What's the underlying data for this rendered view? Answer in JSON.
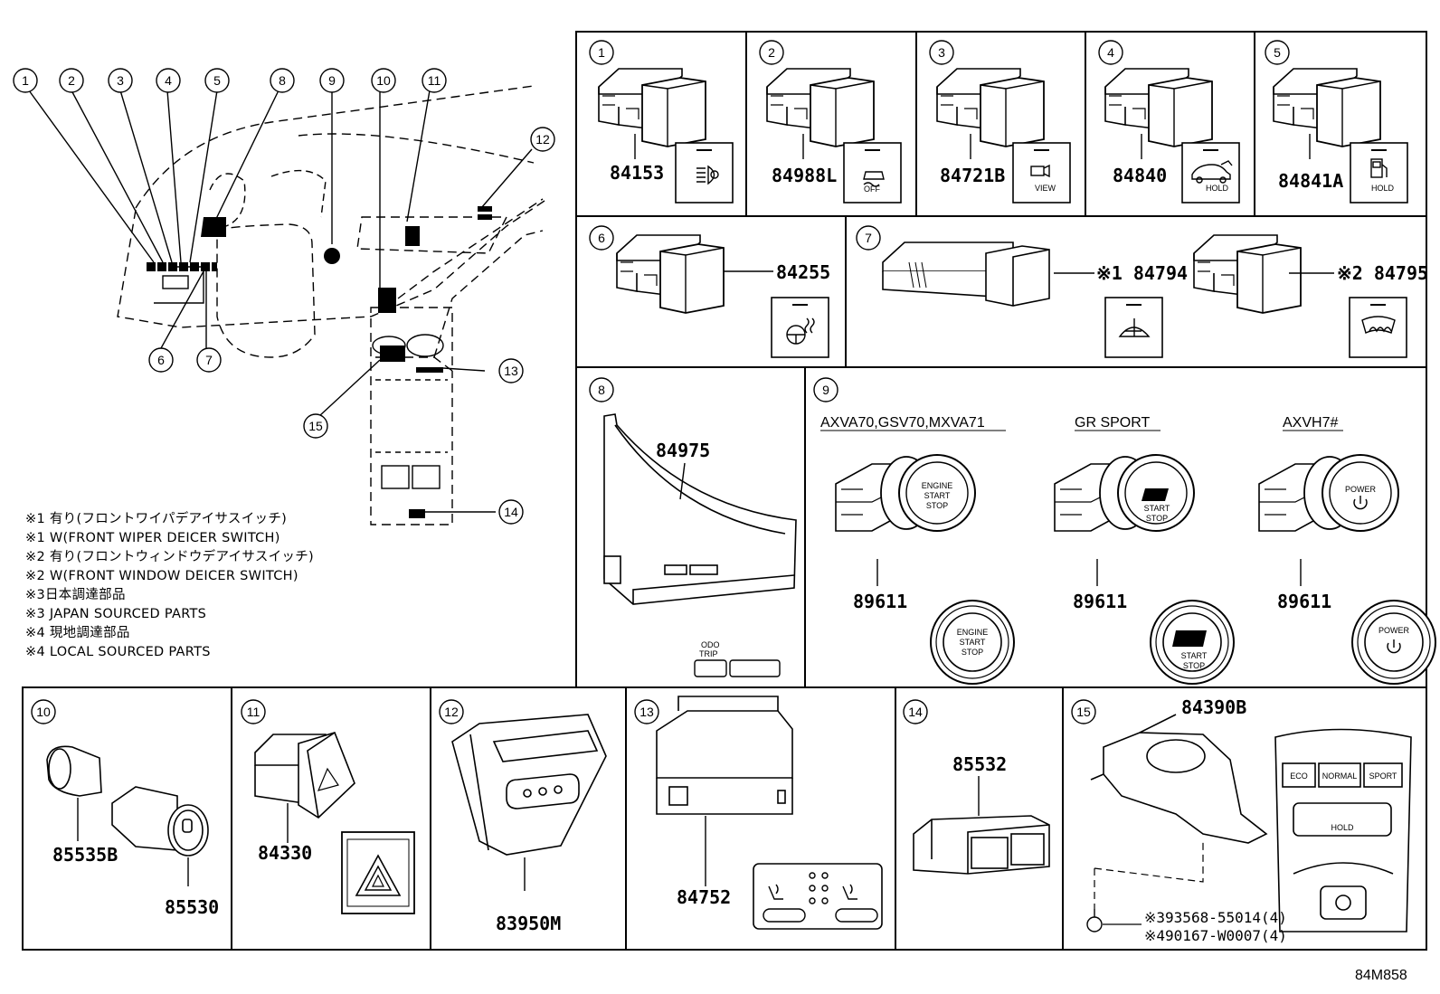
{
  "diagram_code": "84M858",
  "overview_callouts": [
    "1",
    "2",
    "3",
    "4",
    "5",
    "8",
    "9",
    "10",
    "11",
    "12",
    "6",
    "7",
    "13",
    "14",
    "15"
  ],
  "notes": [
    "※1 有り(フロントワイパデアイサスイッチ)",
    "※1 W(FRONT WIPER DEICER SWITCH)",
    "※2 有り(フロントウィンドウデアイサスイッチ)",
    "※2 W(FRONT WINDOW DEICER SWITCH)",
    "※3日本調達部品",
    "※3 JAPAN SOURCED PARTS",
    "※4 現地調達部品",
    "※4 LOCAL SOURCED PARTS"
  ],
  "cells": {
    "c1": {
      "num": "1",
      "part": "84153"
    },
    "c2": {
      "num": "2",
      "part": "84988L"
    },
    "c3": {
      "num": "3",
      "part": "84721B"
    },
    "c4": {
      "num": "4",
      "part": "84840"
    },
    "c5": {
      "num": "5",
      "part": "84841A"
    },
    "c6": {
      "num": "6",
      "part": "84255"
    },
    "c7": {
      "num": "7",
      "part_a": "※1 84794",
      "part_b": "※2 84795"
    },
    "c8": {
      "num": "8",
      "part": "84975",
      "odo": "ODO",
      "trip": "TRIP"
    },
    "c9": {
      "num": "9",
      "variants": [
        "AXVA70,GSV70,MXVA71",
        "GR SPORT",
        "AXVH7#"
      ],
      "part": "89611",
      "engine": [
        "ENGINE",
        "START",
        "STOP"
      ],
      "power": "POWER"
    },
    "c10": {
      "num": "10",
      "part_a": "85535B",
      "part_b": "85530"
    },
    "c11": {
      "num": "11",
      "part": "84330"
    },
    "c12": {
      "num": "12",
      "part": "83950M"
    },
    "c13": {
      "num": "13",
      "part": "84752"
    },
    "c14": {
      "num": "14",
      "part": "85532"
    },
    "c15": {
      "num": "15",
      "part": "84390B",
      "bolt_a": "※393568-55014(4)",
      "bolt_b": "※490167-W0007(4)",
      "modes": [
        "ECO",
        "NORMAL",
        "SPORT"
      ],
      "hold": "HOLD"
    }
  },
  "icon_labels": {
    "off": "OFF",
    "view": "VIEW",
    "hold": "HOLD"
  }
}
